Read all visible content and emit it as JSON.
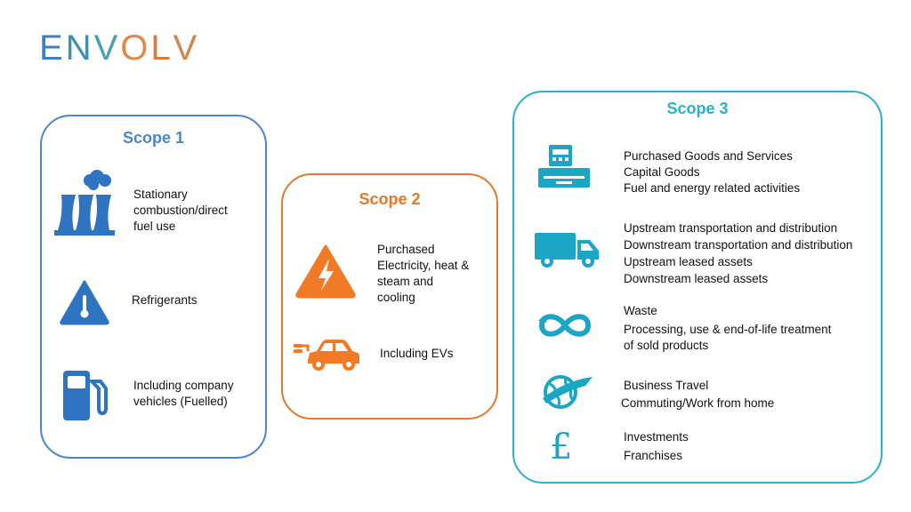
{
  "logo": {
    "letters": [
      "E",
      "N",
      "V",
      "O",
      "L",
      "V"
    ],
    "colors": [
      "#3f7fbf",
      "#3f8fb0",
      "#4aa0b0",
      "#e08a4a",
      "#d9793f",
      "#c9894f"
    ]
  },
  "colors": {
    "scope1": "#4a86c9",
    "scope2": "#e07a2e",
    "scope3": "#2fb0c7",
    "scope1_icon": "#2f74c0",
    "scope2_icon": "#f07a26",
    "scope3_icon": "#1aa6c4"
  },
  "scope1": {
    "title": "Scope 1",
    "items": [
      {
        "icon": "factory-icon",
        "lines": [
          "Stationary",
          "combustion/direct",
          "fuel use"
        ]
      },
      {
        "icon": "refrigerant-warning-icon",
        "lines": [
          "Refrigerants"
        ]
      },
      {
        "icon": "fuel-pump-icon",
        "lines": [
          "Including company",
          "vehicles (Fuelled)"
        ]
      }
    ]
  },
  "scope2": {
    "title": "Scope 2",
    "items": [
      {
        "icon": "electricity-warning-icon",
        "lines": [
          "Purchased",
          "Electricity, heat &",
          "steam and",
          "cooling"
        ]
      },
      {
        "icon": "electric-car-icon",
        "lines": [
          "Including EVs"
        ]
      }
    ]
  },
  "scope3": {
    "title": "Scope 3",
    "items": [
      {
        "icon": "cash-register-icon",
        "lines": [
          "Purchased Goods and Services",
          "Capital Goods",
          "Fuel and energy related activities"
        ]
      },
      {
        "icon": "truck-icon",
        "lines": [
          "Upstream transportation and distribution",
          "Downstream transportation and distribution",
          "Upstream leased assets",
          "Downstream leased assets"
        ]
      },
      {
        "icon": "infinity-recycle-icon",
        "lines": [
          "Waste",
          "Processing, use & end-of-life treatment",
          "of sold products"
        ]
      },
      {
        "icon": "globe-plane-icon",
        "lines": [
          "Business Travel",
          "Commuting/Work from home"
        ]
      },
      {
        "icon": "pound-sign-icon",
        "lines": [
          "Investments",
          "Franchises"
        ]
      }
    ]
  }
}
